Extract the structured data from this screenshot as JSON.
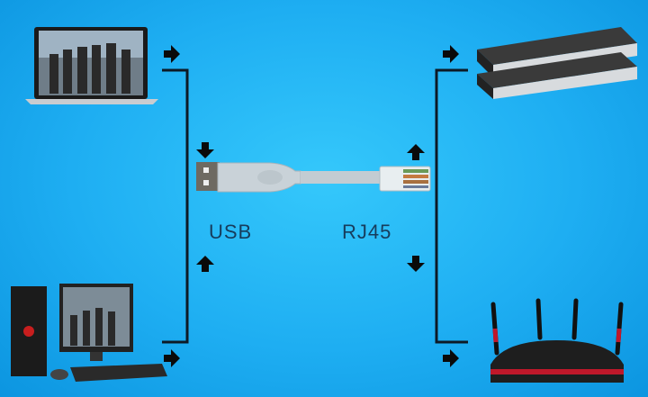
{
  "labels": {
    "usb": "USB",
    "rj45": "RJ45"
  },
  "colors": {
    "background": "#1eaef2",
    "lines": "#0d1a26",
    "label_text": "#173c5c",
    "cable": "#c9d2d8"
  },
  "devices": [
    "laptop",
    "desktop-computer",
    "network-switches",
    "wifi-router"
  ]
}
